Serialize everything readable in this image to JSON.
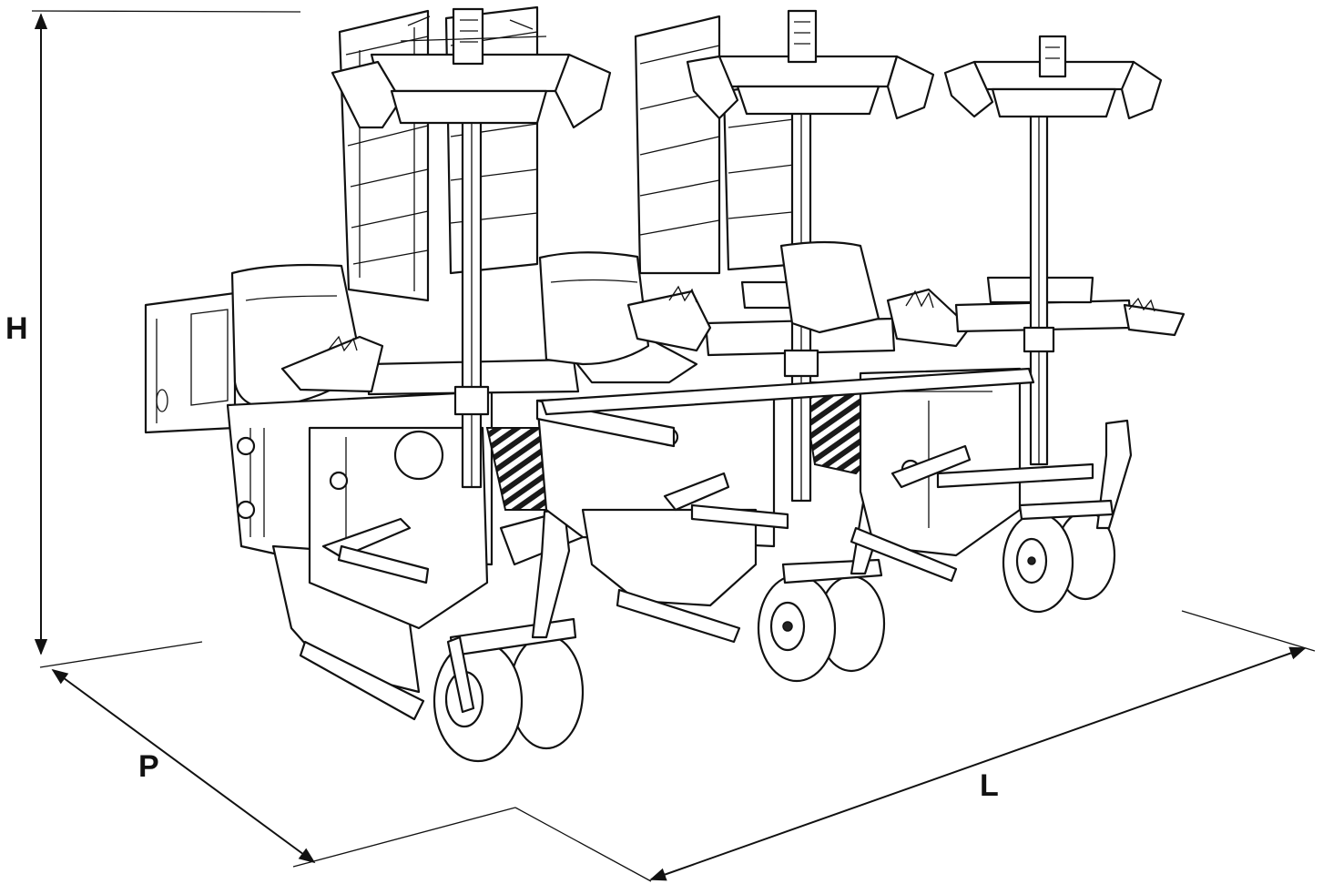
{
  "dimensions": {
    "height_label": "H",
    "depth_label": "P",
    "length_label": "L"
  }
}
